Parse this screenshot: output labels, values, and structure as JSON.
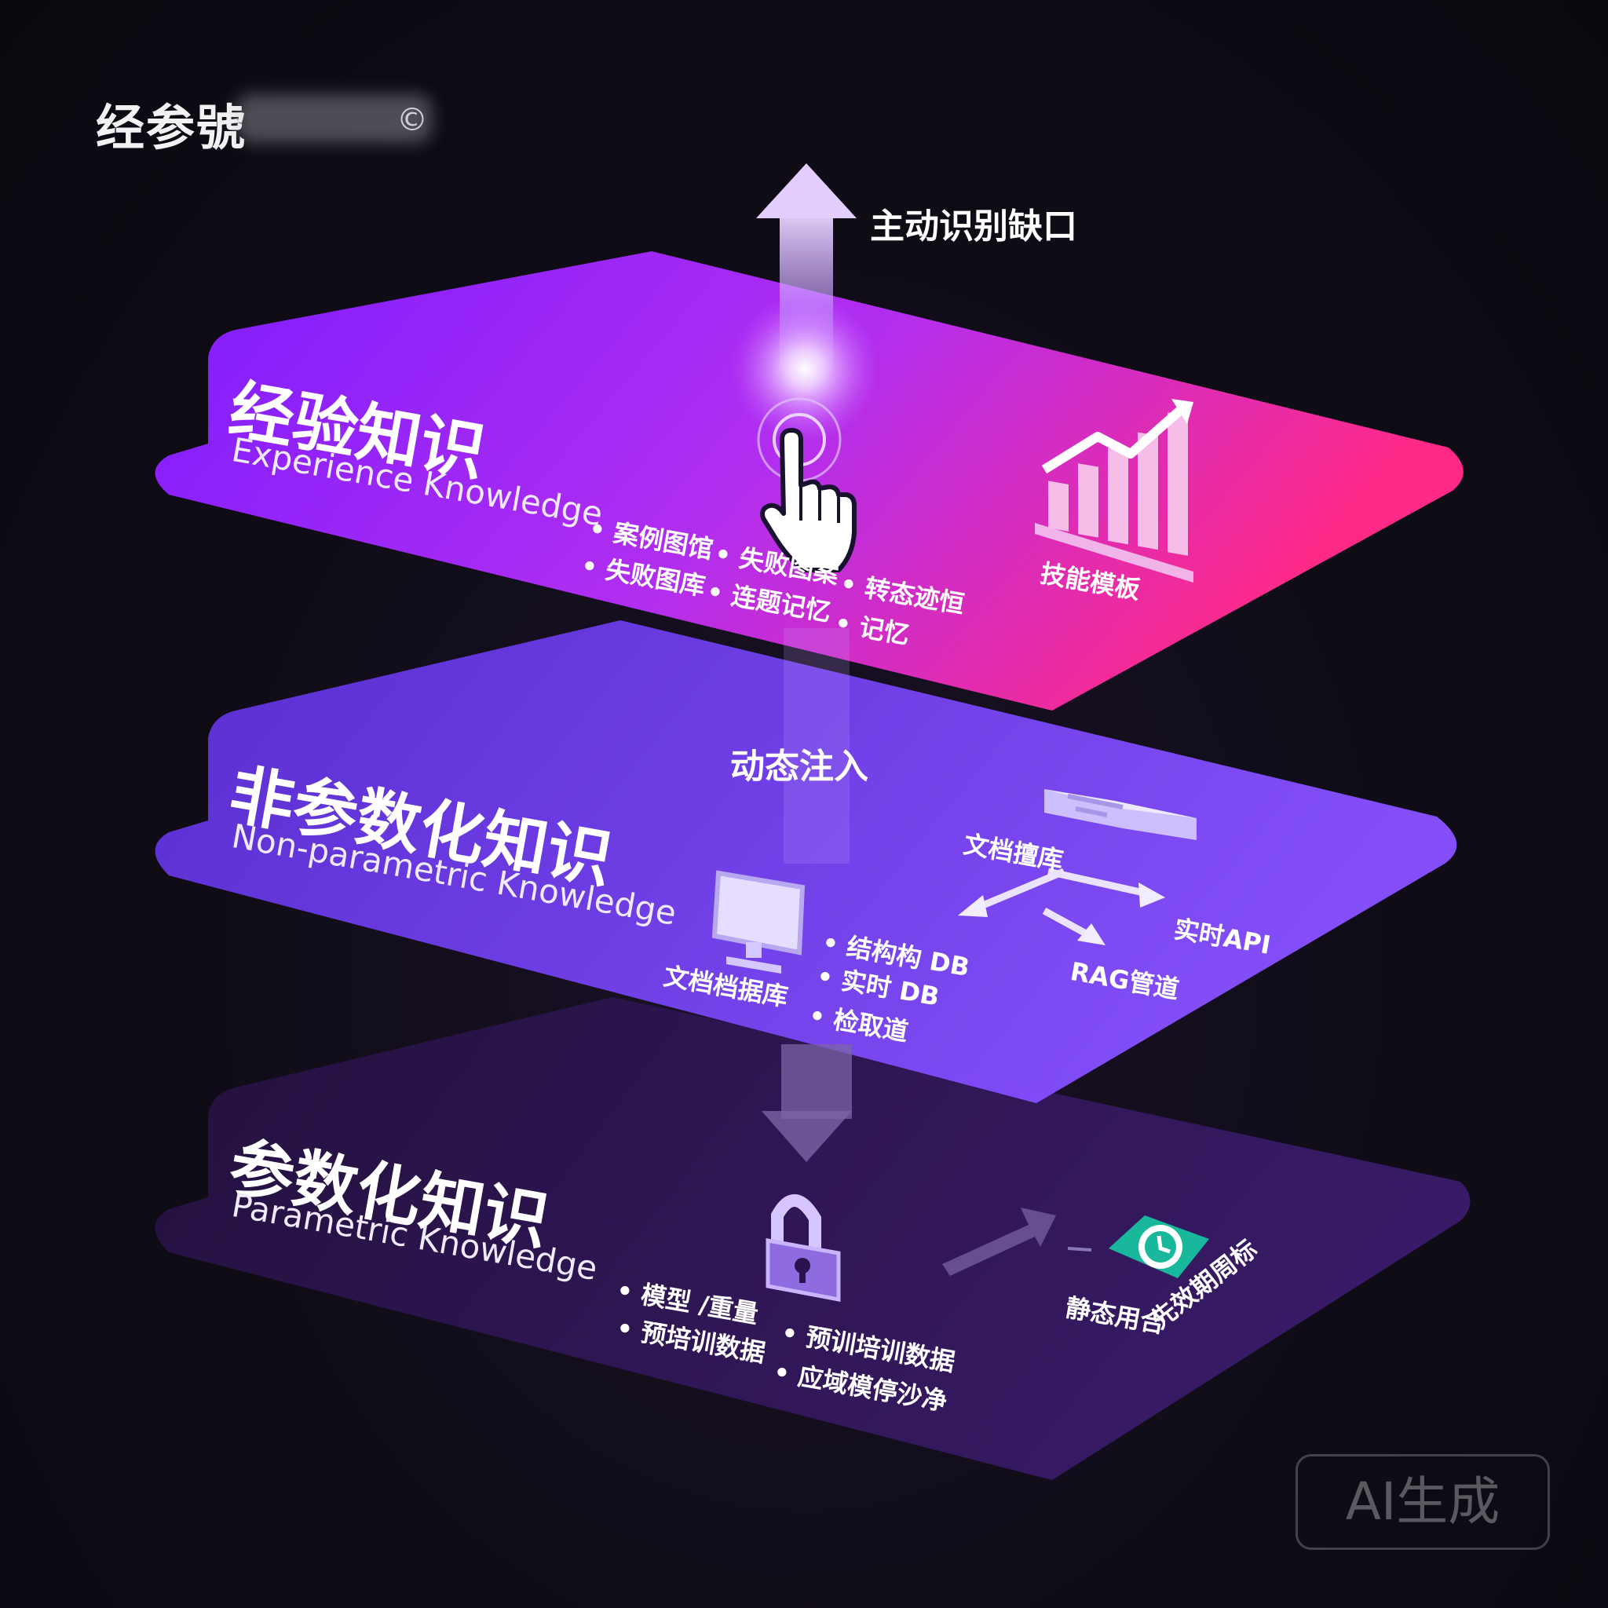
{
  "brand": {
    "text": "经参號",
    "symbol": "©"
  },
  "flows": {
    "up": "主动识别缺口",
    "inject": "动态注入"
  },
  "layers": [
    {
      "id": "experience",
      "title": "经验知识",
      "subtitle": "Experience Knowledge",
      "bullets": [
        "案例图馆",
        "失败图案",
        "失败图库",
        "连题记忆",
        "转态迹恒",
        "记忆"
      ],
      "icon_label": "技能模板",
      "icons": [
        "pointer-hand-icon",
        "growth-chart-icon"
      ],
      "colors": {
        "from": "#8a1cff",
        "to": "#ff2d8a"
      }
    },
    {
      "id": "non-parametric",
      "title": "非参数化知识",
      "subtitle": "Non-parametric Knowledge",
      "bullets": [
        "结构构 DB",
        "实时 DB",
        "检取道"
      ],
      "labels": {
        "monitor": "文档档据库",
        "document": "文档擅库",
        "api": "实时API",
        "rag": "RAG管道"
      },
      "icons": [
        "monitor-icon",
        "document-card-icon",
        "routing-arrows-icon"
      ],
      "colors": {
        "from": "#5a2bd8",
        "to": "#8a4dff"
      }
    },
    {
      "id": "parametric",
      "title": "参数化知识",
      "subtitle": "Parametric Knowledge",
      "bullets": [
        "模型 /重量",
        "预培训数据",
        "预训培训数据",
        "应域模停沙净"
      ],
      "labels": {
        "static": "静态用合",
        "expiry": "先效期周标"
      },
      "icons": [
        "padlock-icon",
        "clock-badge-icon"
      ],
      "colors": {
        "from": "#2a1252",
        "to": "#3c1a72"
      }
    }
  ],
  "watermark": "AI生成"
}
